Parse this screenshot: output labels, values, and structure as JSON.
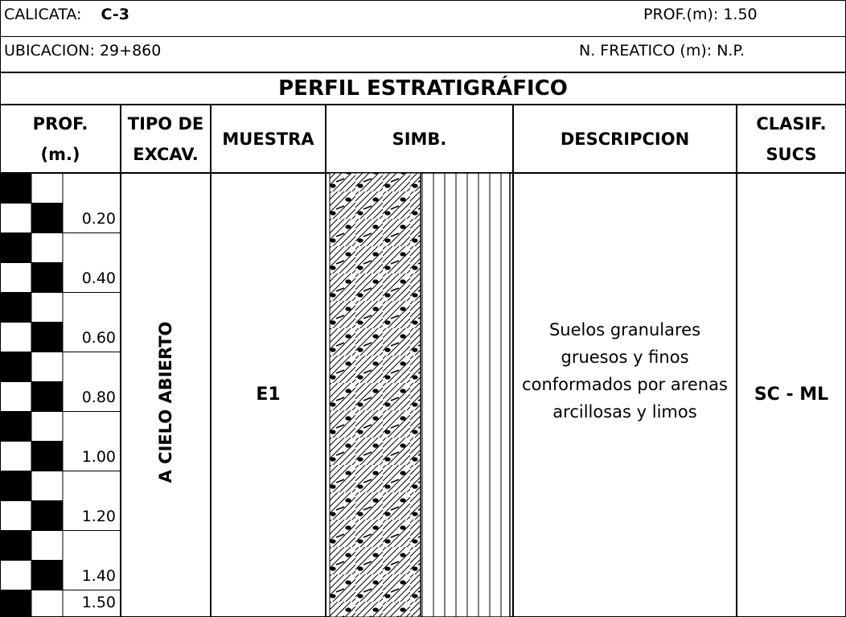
{
  "header": {
    "calicata_label": "CALICATA:",
    "calicata_value": "C-3",
    "ubicacion_label": "UBICACION:",
    "ubicacion_value": "29+860",
    "prof_label": "PROF.(m):",
    "prof_value": "1.50",
    "freatico_label": "N. FREATICO (m):",
    "freatico_value": "N.P."
  },
  "title": "PERFIL ESTRATIGRÁFICO",
  "columns": {
    "prof_line1": "PROF.",
    "prof_line2": "(m.)",
    "tipo_line1": "TIPO DE",
    "tipo_line2": "EXCAV.",
    "muestra": "MUESTRA",
    "simb": "SIMB.",
    "descripcion": "DESCRIPCION",
    "clasif_line1": "CLASIF.",
    "clasif_line2": "SUCS"
  },
  "depths": [
    "0.20",
    "0.40",
    "0.60",
    "0.80",
    "1.00",
    "1.20",
    "1.40",
    "1.50"
  ],
  "stratum": {
    "tipo_excavacion": "A CIELO ABIERTO",
    "muestra": "E1",
    "descripcion": "Suelos granulares gruesos y finos conformados por arenas arcillosas y limos",
    "clasificacion": "SC - ML",
    "symbol_pattern": "clayey-sand-hatch",
    "symbol_pattern_2": "silt-vertical-lines"
  }
}
